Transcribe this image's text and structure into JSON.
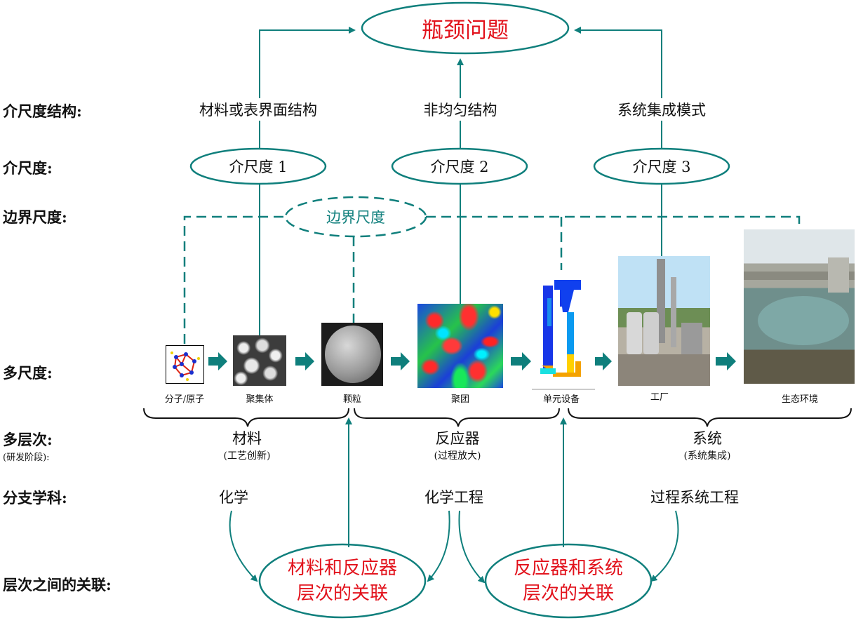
{
  "title": "瓶颈问题",
  "colors": {
    "teal": "#0f7f7c",
    "red": "#e2111b"
  },
  "row_labels": {
    "mesoscale_structure": "介尺度结构:",
    "mesoscale": "介尺度:",
    "boundary_scale": "边界尺度:",
    "multiscale": "多尺度:",
    "multilevel": "多层次:",
    "multilevel_sub": "(研发阶段):",
    "branch_discipline": "分支学科:",
    "correlation": "层次之间的关联:"
  },
  "structures": [
    "材料或表界面结构",
    "非均匀结构",
    "系统集成模式"
  ],
  "mesoscales": [
    "介尺度 1",
    "介尺度 2",
    "介尺度 3"
  ],
  "boundary_label": "边界尺度",
  "scale_items": [
    {
      "caption": "分子/原子",
      "image": "molecule-image"
    },
    {
      "caption": "聚集体",
      "image": "aggregate-image"
    },
    {
      "caption": "颗粒",
      "image": "particle-image"
    },
    {
      "caption": "聚团",
      "image": "cluster-image"
    },
    {
      "caption": "单元设备",
      "image": "unit-equipment-image"
    },
    {
      "caption": "工厂",
      "image": "factory-image"
    },
    {
      "caption": "生态环境",
      "image": "ecosystem-image"
    }
  ],
  "levels": [
    {
      "name": "材料",
      "stage": "(工艺创新)"
    },
    {
      "name": "反应器",
      "stage": "(过程放大)"
    },
    {
      "name": "系统",
      "stage": "(系统集成)"
    }
  ],
  "disciplines": [
    "化学",
    "化学工程",
    "过程系统工程"
  ],
  "correlations": [
    {
      "line1": "材料和反应器",
      "line2": "层次的关联"
    },
    {
      "line1": "反应器和系统",
      "line2": "层次的关联"
    }
  ]
}
